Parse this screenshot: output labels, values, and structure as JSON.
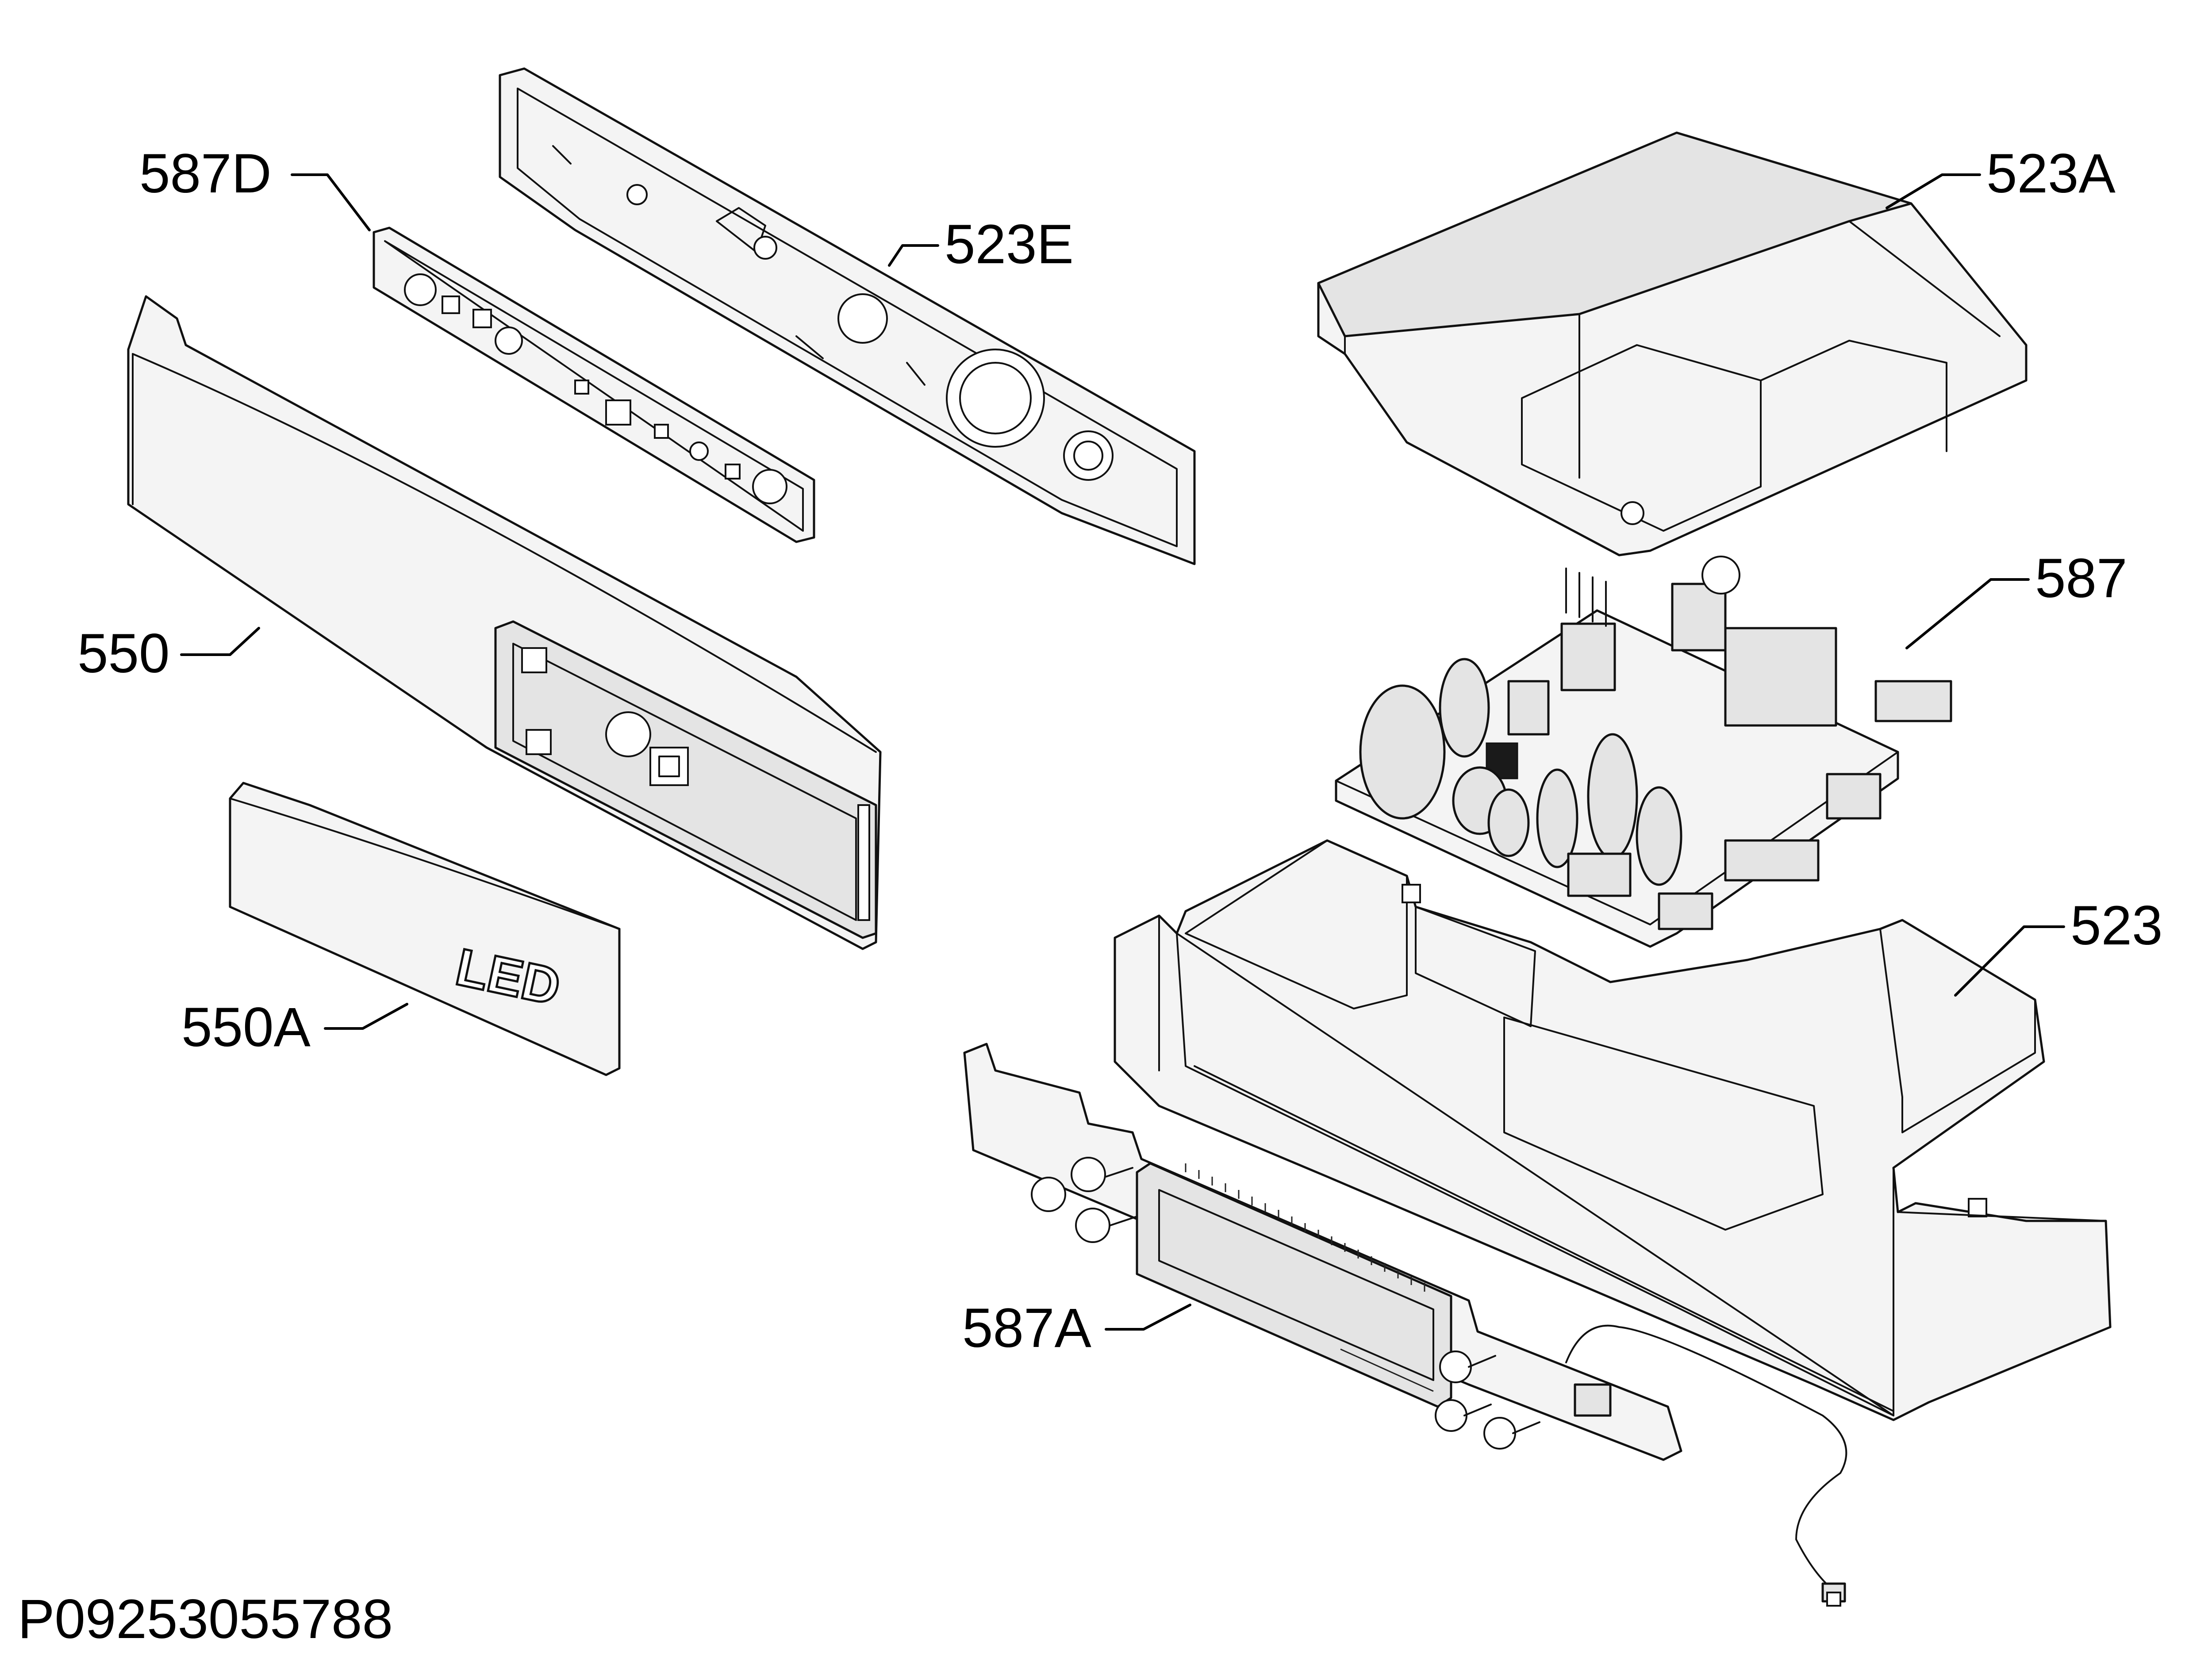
{
  "diagram": {
    "type": "exploded-parts-view",
    "drawing_number": "P09253055788",
    "callouts": [
      {
        "id": "587D",
        "label": "587D"
      },
      {
        "id": "523E",
        "label": "523E"
      },
      {
        "id": "523A",
        "label": "523A"
      },
      {
        "id": "587",
        "label": "587"
      },
      {
        "id": "550",
        "label": "550"
      },
      {
        "id": "523",
        "label": "523"
      },
      {
        "id": "550A",
        "label": "550A"
      },
      {
        "id": "587A",
        "label": "587A"
      }
    ],
    "part_markings": {
      "led_cap": "LED"
    }
  }
}
